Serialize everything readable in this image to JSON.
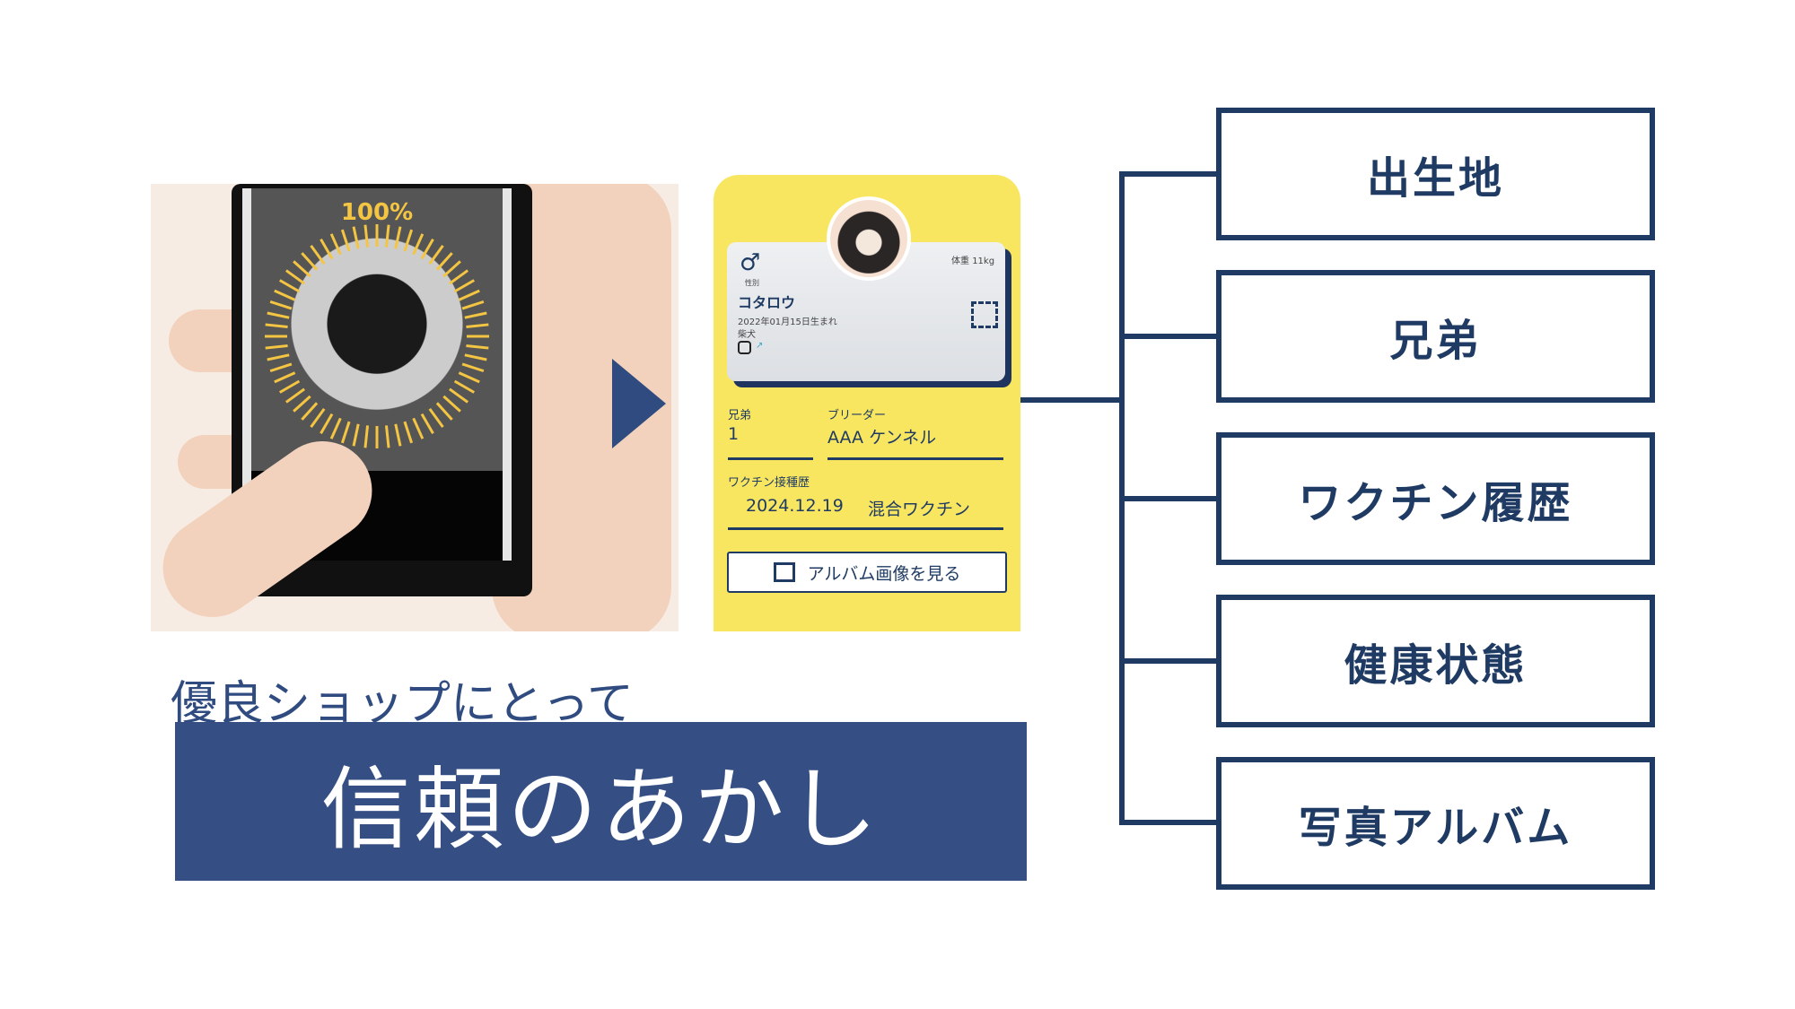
{
  "scan": {
    "progress_label": "100%",
    "progress": 1.0
  },
  "card": {
    "sex_label": "性別",
    "weight_label": "体重",
    "weight": "11kg",
    "name": "コタロウ",
    "birth": "2022年01月15日生まれ",
    "breed": "柴犬",
    "siblings_label": "兄弟",
    "siblings": "1",
    "breeder_label": "ブリーダー",
    "breeder": "AAA ケンネル",
    "vaccine_label": "ワクチン接種歴",
    "vaccine_date": "2024.12.19",
    "vaccine_name": "混合ワクチン",
    "album_button": "アルバム画像を見る"
  },
  "subtitle": "優良ショップにとって",
  "title": "信頼のあかし",
  "items": [
    "出生地",
    "兄弟",
    "ワクチン履歴",
    "健康状態",
    "写真アルバム"
  ],
  "colors": {
    "navy": "#1f3b63",
    "banner": "#354f85",
    "card": "#f8e660"
  }
}
